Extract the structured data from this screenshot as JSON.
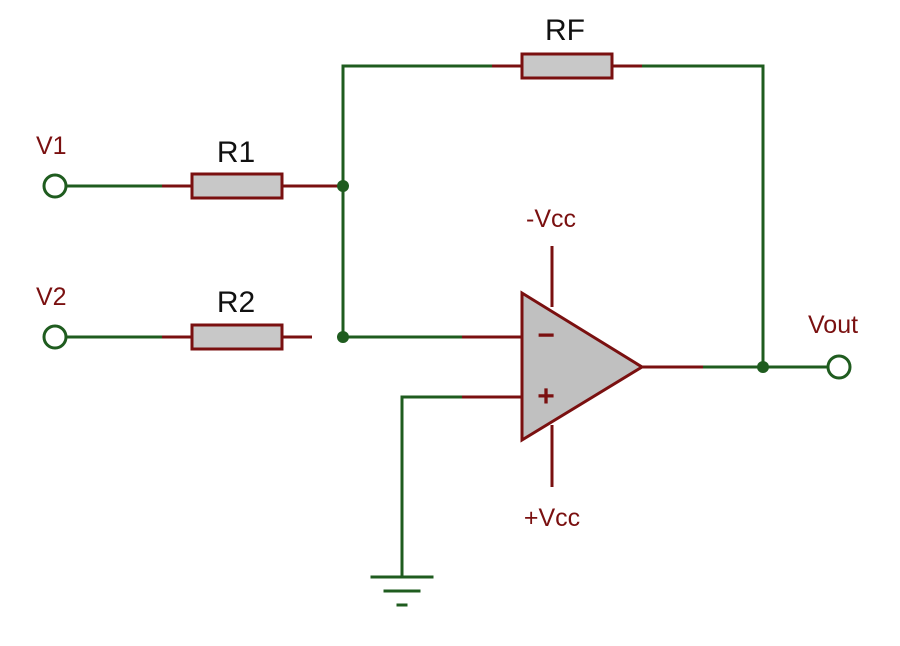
{
  "components": {
    "rf": "RF",
    "r1": "R1",
    "r2": "R2"
  },
  "inputs": {
    "v1": "V1",
    "v2": "V2"
  },
  "output": {
    "vout": "Vout"
  },
  "supplies": {
    "negative": "-Vcc",
    "positive": "+Vcc"
  },
  "opamp": {
    "inverting": "−",
    "noninverting": "+"
  },
  "colors": {
    "wire": "#1f5c1f",
    "component": "#7a1010",
    "resistor_fill": "#c8c8c8",
    "opamp_fill": "#c0c0c0"
  }
}
